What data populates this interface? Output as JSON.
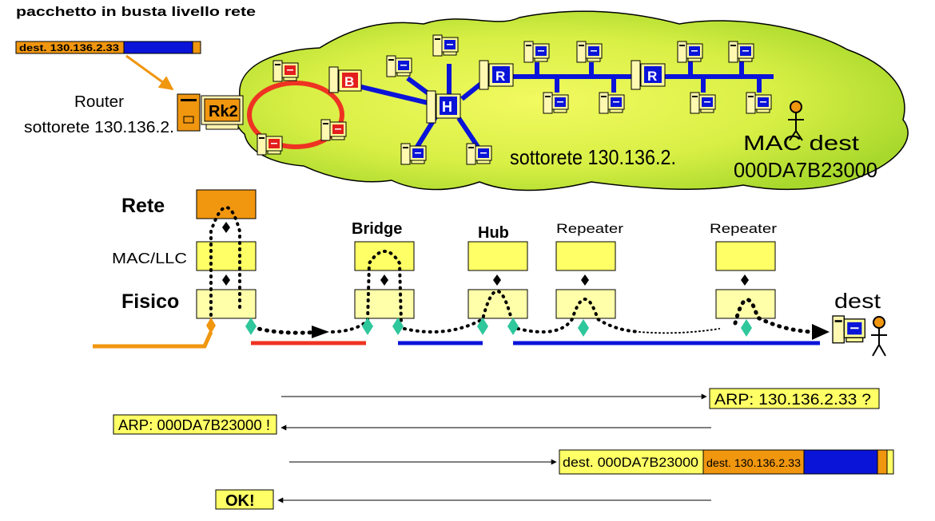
{
  "header": {
    "caption": "pacchetto in busta livello rete",
    "packet_dest": "dest. 130.136.2.33"
  },
  "router": {
    "label_line1": "Router",
    "label_line2": "sottorete 130.136.2.",
    "box_label": "Rk2"
  },
  "network": {
    "subnet_label": "sottorete 130.136.2.",
    "mac_dest_title": "MAC dest",
    "mac_dest_value": "000DA7B23000",
    "node_bridge": "B",
    "node_hub": "H",
    "node_repeater": "R"
  },
  "layers": {
    "rete": "Rete",
    "mac_llc": "MAC/LLC",
    "fisico": "Fisico"
  },
  "devices": {
    "bridge": "Bridge",
    "hub": "Hub",
    "repeater1": "Repeater",
    "repeater2": "Repeater",
    "dest": "dest"
  },
  "messages": {
    "arp_request": "ARP: 130.136.2.33 ?",
    "arp_reply": "ARP: 000DA7B23000 !",
    "frame_mac": "dest. 000DA7B23000",
    "frame_ip": "dest. 130.136.2.33",
    "ok": "OK!"
  },
  "colors": {
    "orange": "#f0960f",
    "yellow": "#ffff66",
    "light_yellow": "#ffffaa",
    "blue": "#0a14d8",
    "red": "#ee3322",
    "teal": "#2fc79c",
    "cloud": "#c6e83a"
  }
}
